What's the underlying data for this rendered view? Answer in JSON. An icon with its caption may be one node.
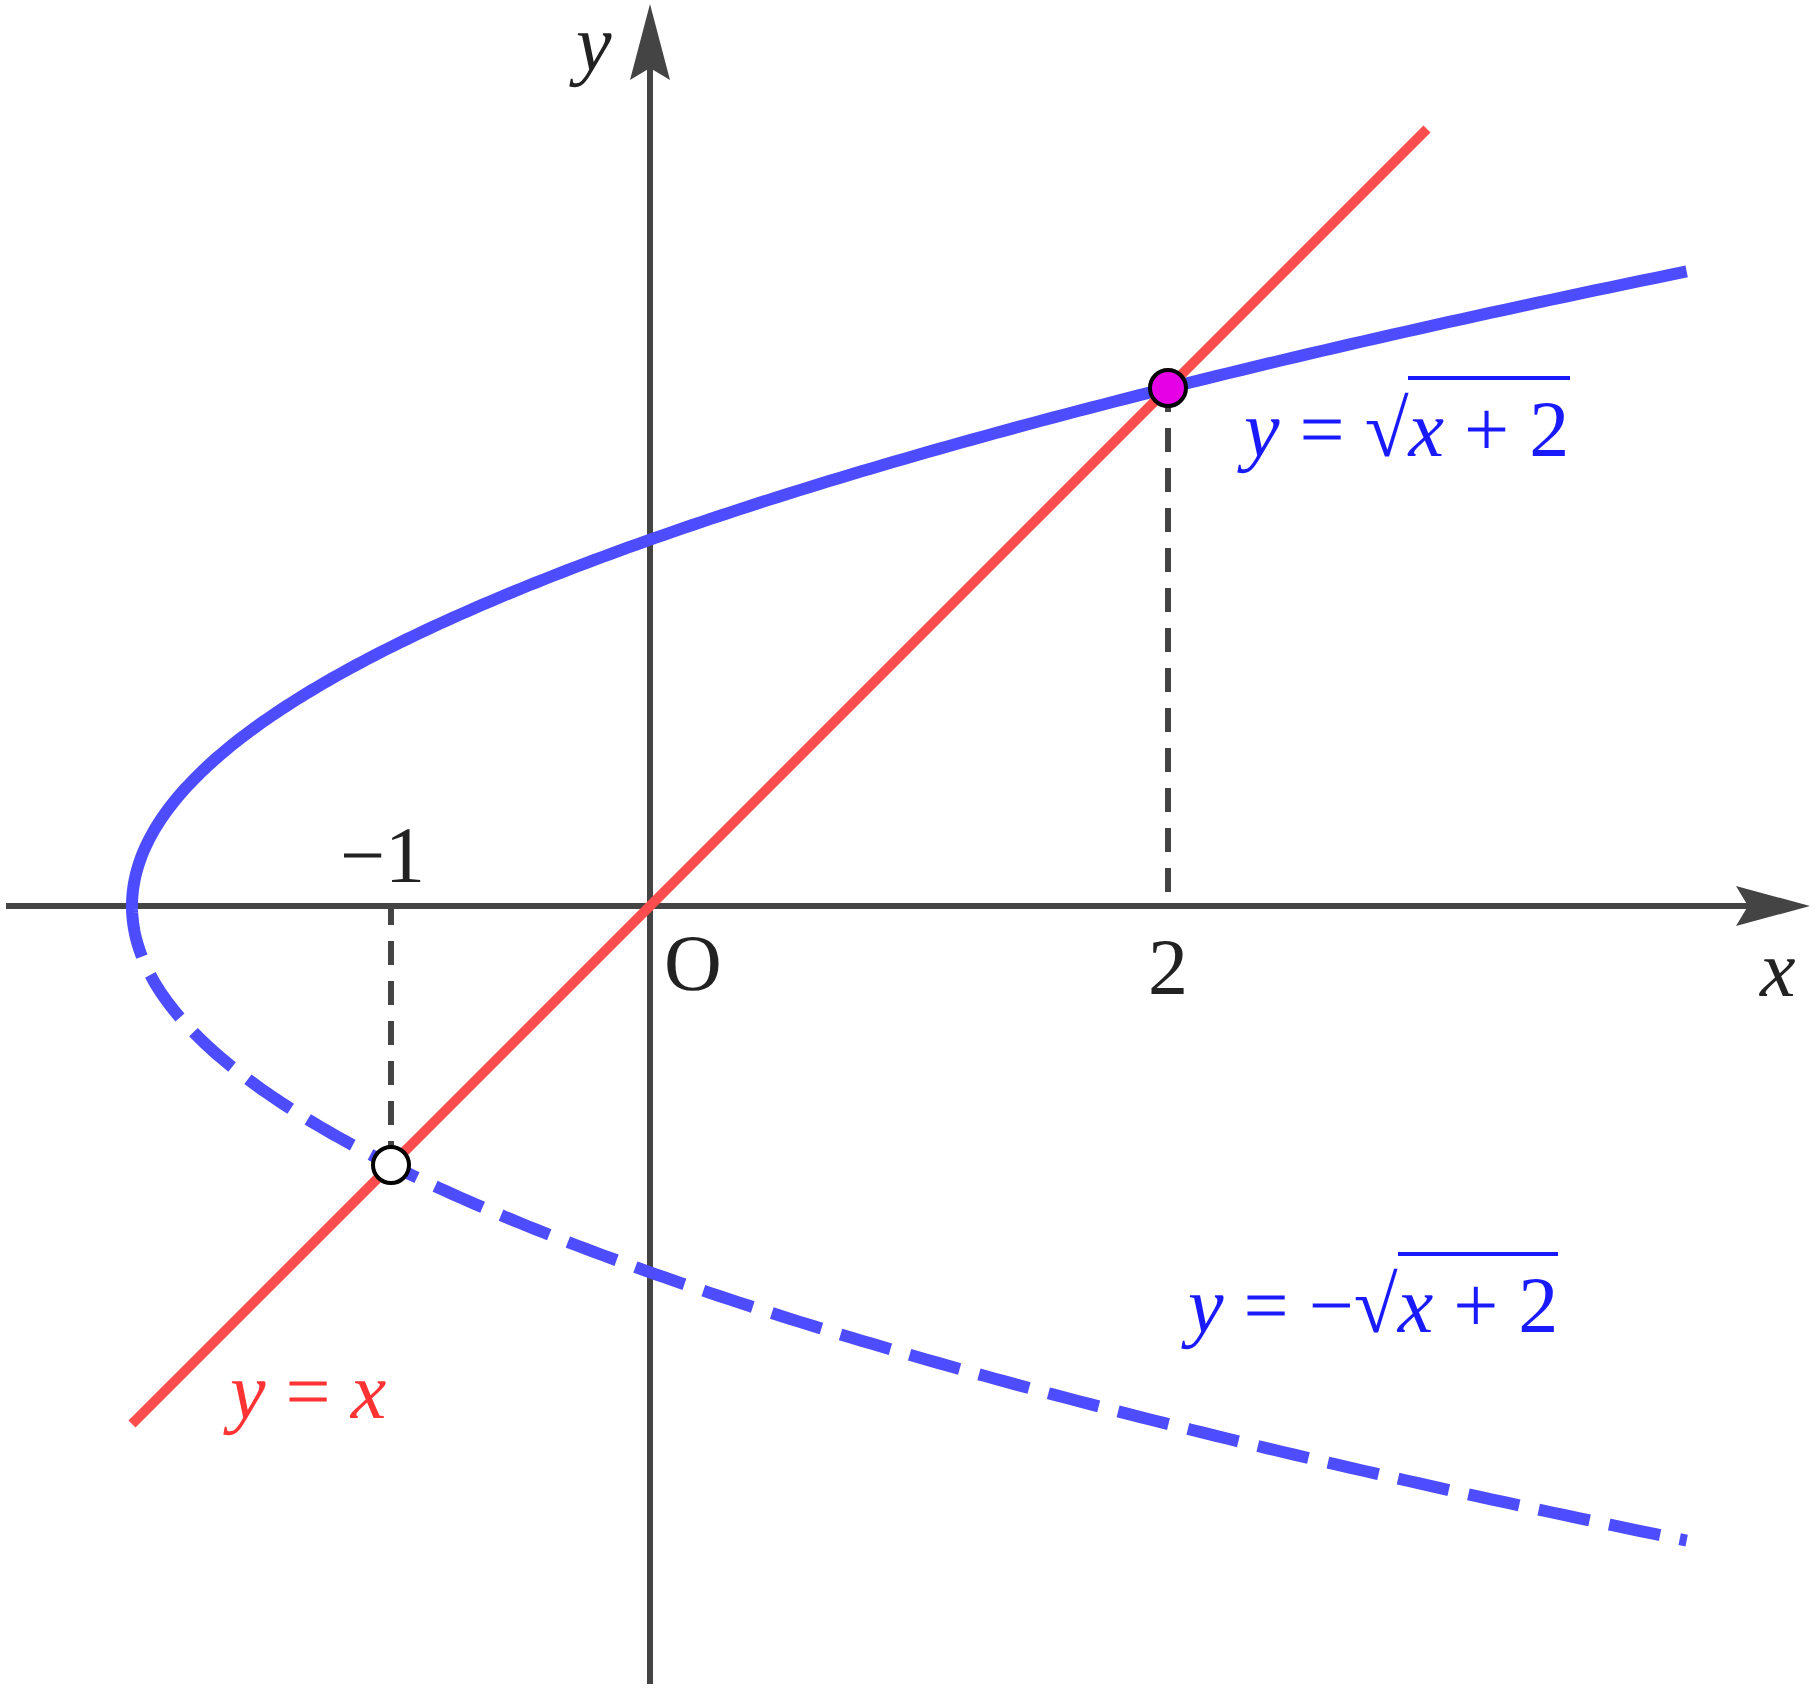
{
  "diagram": {
    "labels": [
      "*y*",
      "*x*",
      "O",
      "−1",
      "2",
      "*y* = √*x* + 2",
      "*y* = −√*x* + 2",
      "*y* = *x*"
    ]
  }
}
